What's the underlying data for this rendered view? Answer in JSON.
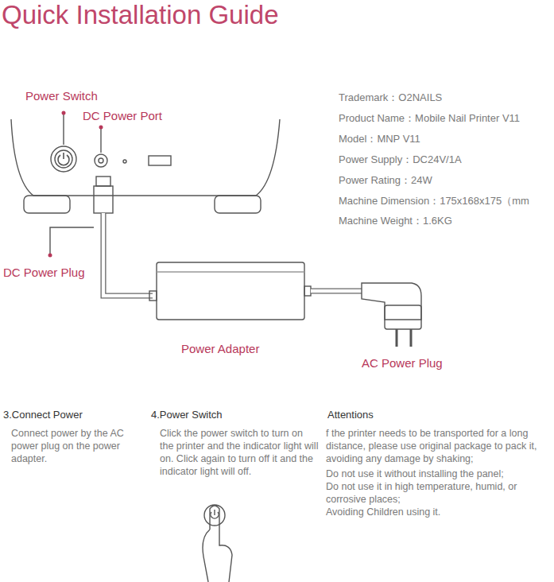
{
  "diagram": {
    "title": "Quick Installation Guide",
    "labels": [
      "Power Switch",
      "DC Power Port",
      "DC Power Plug",
      "Power Adapter",
      "AC Power Plug",
      "Trademark：O2NAILS",
      "Product Name：Mobile Nail Printer V11",
      "Model：MNP V11",
      "Power Supply：DC24V/1A",
      "Power Rating：24W",
      "Machine Dimension：175x168x175（mm",
      "Machine Weight：1.6KG",
      "3.Connect Power",
      "Connect power by the AC power plug on the power adapter.",
      "4.Power Switch",
      "Click the power switch to turn on the printer and the indicator light will on. Click again to turn off it and the indicator light will off.",
      "Attentions",
      "f the printer needs to be transported for a long distance, please use original package to pack it, avoiding any damage by shaking;",
      "Do not use it without installing the panel;",
      "Do not use it in high temperature, humid, or corrosive places;",
      "Avoiding Children using it."
    ]
  }
}
